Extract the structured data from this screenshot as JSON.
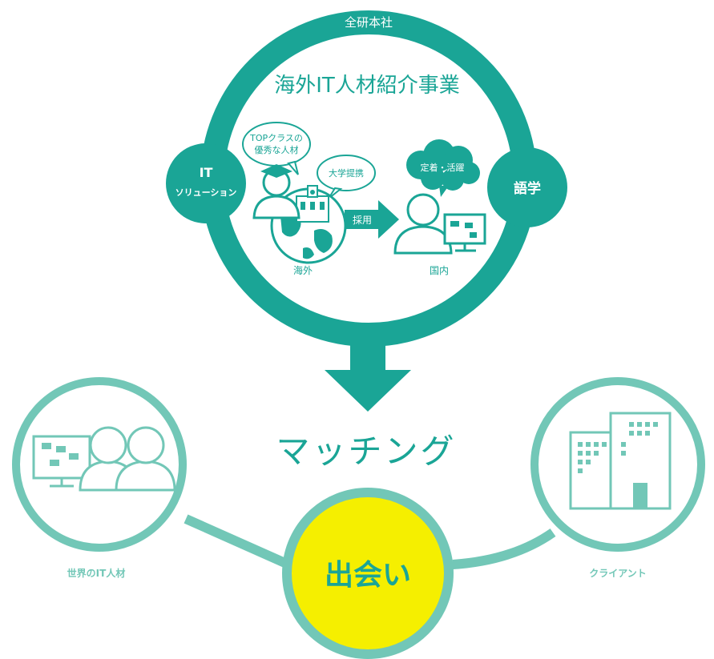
{
  "colors": {
    "teal_dark": "#1aa596",
    "teal_light": "#72c7b7",
    "yellow": "#f5ef00",
    "white": "#ffffff"
  },
  "top": {
    "company": "全研本社",
    "title": "海外IT人材紹介事業",
    "left_badge_line1": "IT",
    "left_badge_line2": "ソリューション",
    "right_badge": "語学",
    "bubble_top_line1": "TOPクラスの",
    "bubble_top_line2": "優秀な人材",
    "bubble_university": "大学提携",
    "cloud_label": "定着・活躍",
    "arrow_label": "採用",
    "overseas_label": "海外",
    "domestic_label": "国内"
  },
  "matching": "マッチング",
  "bottom": {
    "left_label": "世界のIT人材",
    "center_label": "出会い",
    "right_label": "クライアント"
  },
  "icons": [
    "graduate-person-icon",
    "university-building-icon",
    "globe-icon",
    "person-icon",
    "monitor-icon",
    "people-icon",
    "office-building-icon"
  ]
}
